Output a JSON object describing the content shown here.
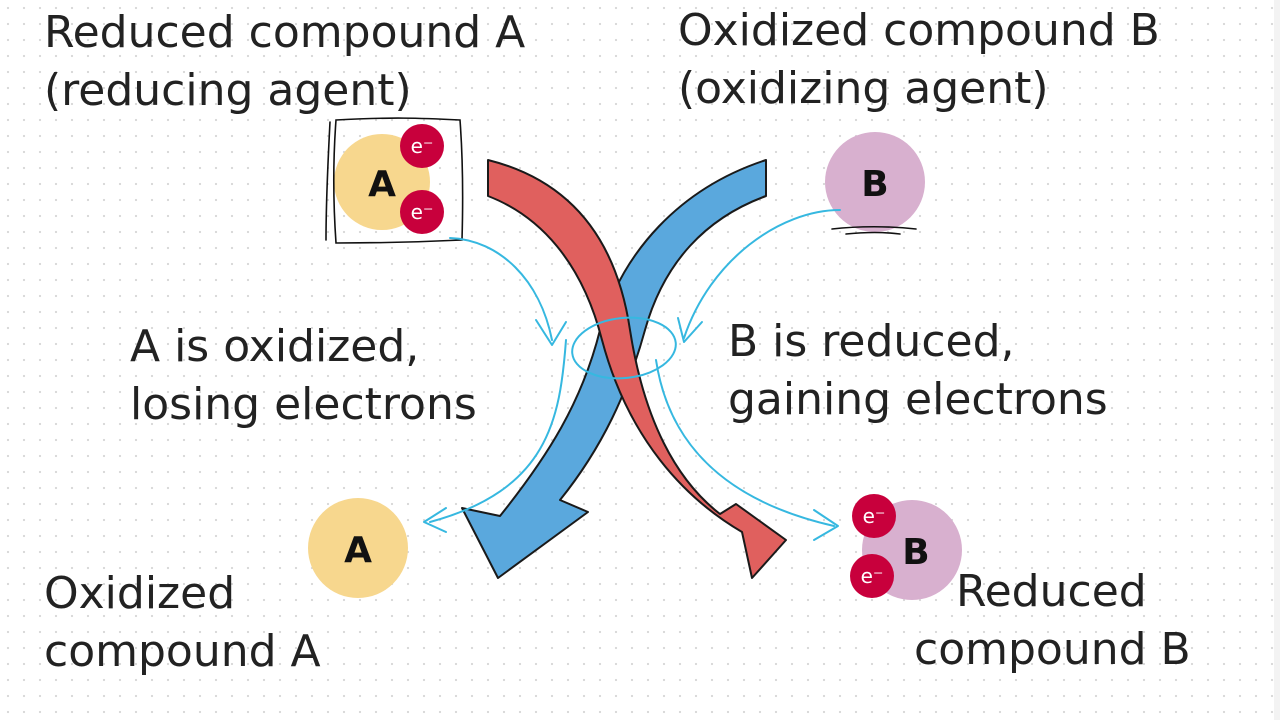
{
  "labels": {
    "reduced_a": [
      "Reduced compound A",
      "(reducing agent)"
    ],
    "oxidized_b": [
      "Oxidized compound B",
      "(oxidizing agent)"
    ],
    "a_oxidized": [
      "A is oxidized,",
      "losing electrons"
    ],
    "b_reduced": [
      "B is reduced,",
      "gaining electrons"
    ],
    "oxidized_a_product": [
      "Oxidized",
      "compound A"
    ],
    "reduced_b_product": [
      "Reduced",
      "compound B"
    ]
  },
  "molecules": {
    "a": "A",
    "b": "B",
    "electron": "e⁻"
  },
  "colors": {
    "compound_a": "#f7d78e",
    "compound_b": "#d8b0cf",
    "electron": "#c8003c",
    "arrow_red": "#e0605e",
    "arrow_blue": "#5aa8dd",
    "arrow_outline": "#1a1a1a",
    "annotation_pen": "#36b8e0"
  }
}
